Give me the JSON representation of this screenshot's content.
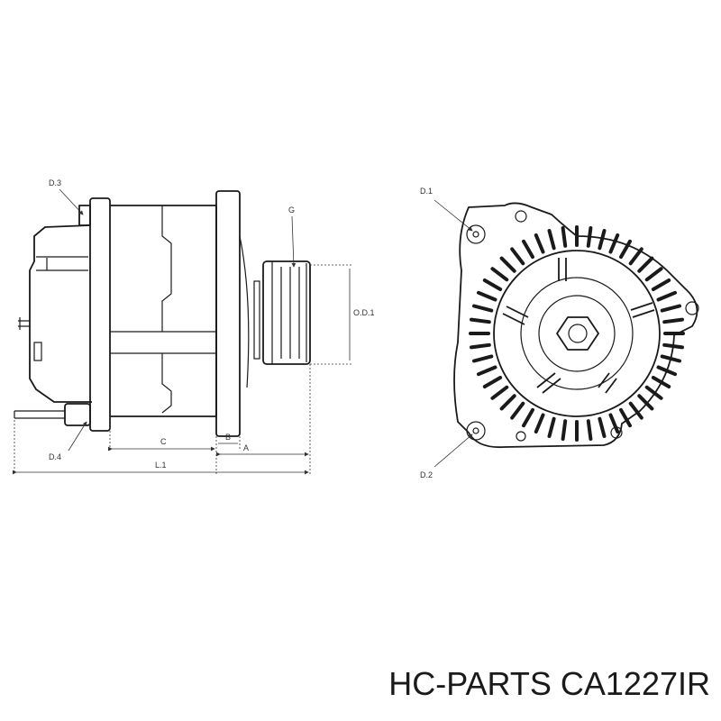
{
  "labels": {
    "d3": "D.3",
    "d4": "D.4",
    "g": "G",
    "od1": "O.D.1",
    "c": "C",
    "b": "B",
    "a": "A",
    "l1": "L.1",
    "d1": "D.1",
    "d2": "D.2"
  },
  "caption": "HC-PARTS CA1227IR"
}
